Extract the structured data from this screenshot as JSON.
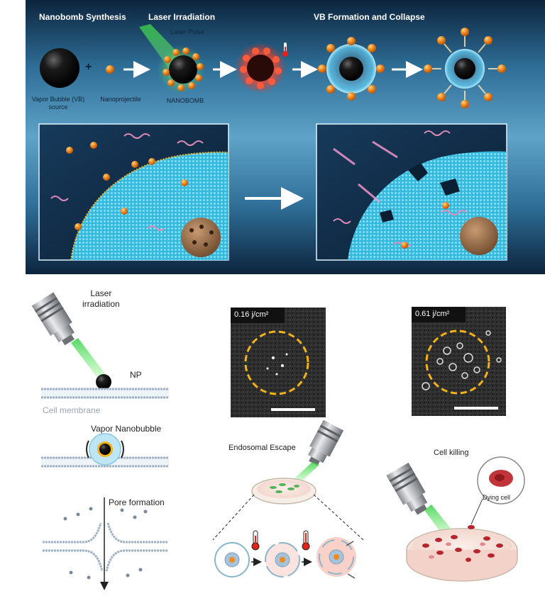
{
  "top_panel": {
    "headers": {
      "synthesis": "Nanobomb Synthesis",
      "irradiation": "Laser Irradiation",
      "collapse": "VB Formation and Collapse"
    },
    "labels": {
      "vb_source": "Vapor Bubble (VB) source",
      "vb_source_line1": "Vapor Bubble (VB)",
      "vb_source_line2": "source",
      "plus": "+",
      "nanoprojectile": "Nanoprojectile",
      "laser_pulse": "Laser Pulse",
      "nanobomb": "NANOBOMB"
    }
  },
  "membrane_steps": {
    "laser_line1": "Laser",
    "laser_line2": "irradiation",
    "np": "NP",
    "cell_membrane": "Cell membrane",
    "vapor_nanobubble": "Vapor Nanobubble",
    "pore_formation": "Pore formation"
  },
  "micrographs": [
    {
      "fluence": "0.16 j/cm²"
    },
    {
      "fluence": "0.61 j/cm²"
    }
  ],
  "applications": {
    "endosomal_escape": "Endosomal Escape",
    "cell_killing": "Cell killing",
    "dying_cell": "Dying cell"
  },
  "colors": {
    "panel_bg": "#0f2a45",
    "panel_light": "#3d79a3",
    "membrane_cyan": "#3fc6e6",
    "projectile_orange": "#f08a1e",
    "laser_green": "#3bd24a",
    "rna_pink": "#e08ab8",
    "ring_yellow": "#f2b21b",
    "dish_pink": "#f7e3dc",
    "cell_red": "#b5262c"
  },
  "icons": [
    "microscope-objective-icon",
    "thermometer-icon",
    "arrow-right-icon",
    "petri-dish-icon"
  ]
}
